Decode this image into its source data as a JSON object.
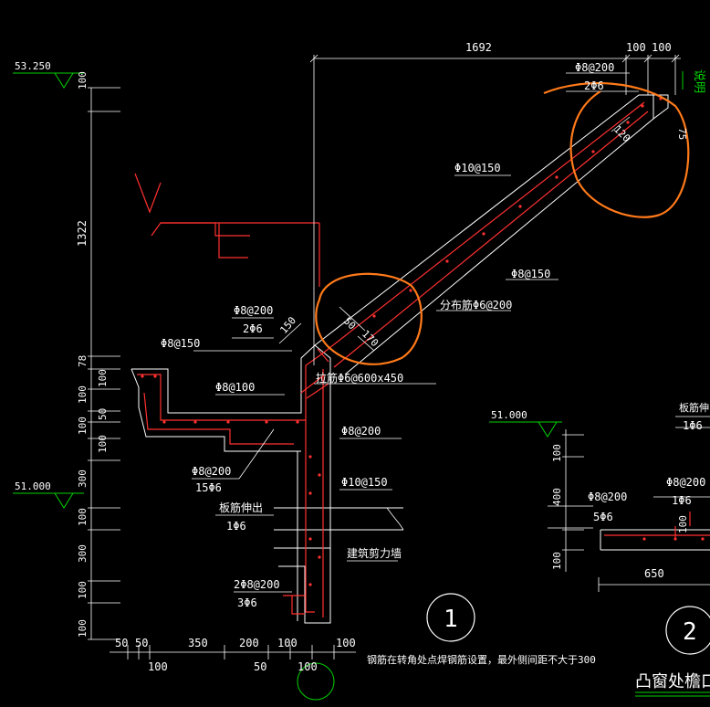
{
  "colors": {
    "background": "#000000",
    "dimension": "#ffffff",
    "outline": "#ffffff",
    "rebar": "#ff3030",
    "dim_line": "#cc2222",
    "elevation": "#00d200",
    "markup": "#ff7a1a",
    "text": "#ffffff"
  },
  "top_dims": {
    "a": "1692",
    "b": "100",
    "c": "100"
  },
  "left_dims": {
    "d1": "100",
    "d2": "1322",
    "d3": "78",
    "d4": "100",
    "d5": "100",
    "d6": "50",
    "d7": "100",
    "d8": "100",
    "d9": "300",
    "d10": "100",
    "d11": "300",
    "d12": "100",
    "d13": "100"
  },
  "elevations": {
    "e1": "53.250",
    "e2": "51.000",
    "e3": "51.000"
  },
  "bottom_dims": {
    "b1": "50",
    "b2": "50",
    "b3": "350",
    "b4": "200",
    "b5": "100",
    "b6": "100",
    "b7": "100",
    "b8": "50",
    "b9": "100"
  },
  "labels": {
    "top_bar": "Φ8@200",
    "top_count": "2Φ6",
    "slope_main": "Φ10@150",
    "slope_second": "Φ8@150",
    "distribution": "分布筋Φ6@200",
    "joint_bar": "Φ8@200",
    "joint_count": "2Φ6",
    "dim_150": "150",
    "dim_50": "50",
    "dim_170": "170",
    "dim_120": "120",
    "dim_75": "75",
    "ledge_bar": "Φ8@150",
    "slab_bar": "Φ8@100",
    "tie_bar": "拉筋Φ6@600x450",
    "wall_bar_1": "Φ8@200",
    "beam_bar": "Φ8@200",
    "beam_count": "15Φ6",
    "wall_bar_2": "Φ10@150",
    "slab_ext": "板筋伸出",
    "slab_ext_count": "1Φ6",
    "shear_wall": "建筑剪力墙",
    "bottom_bar": "2Φ8@200",
    "bottom_count": "3Φ6",
    "note": "钢筋在转角处点焊钢筋设置，最外侧间距不大于300",
    "circle1": "1",
    "circle2": "2",
    "section2_title": "凸窗处檐口",
    "right_dim_100": "100",
    "right_dim_400": "400",
    "right_dim_100b": "100",
    "right_bar": "Φ8@200",
    "right_count": "5Φ6",
    "right_slab_ext": "板筋伸出",
    "right_slab_count": "1Φ6",
    "right_bar_2": "Φ8@200",
    "right_count_2": "1Φ6",
    "right_dim_650": "650",
    "right_dim_100c": "100",
    "edge_text": "说明"
  }
}
